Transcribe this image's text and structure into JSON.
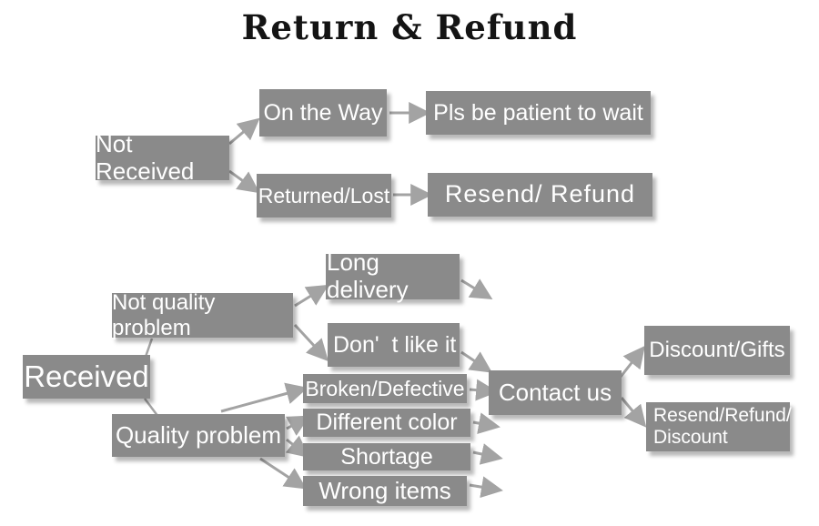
{
  "title": "Return & Refund",
  "colors": {
    "box": "#8a8a8a",
    "box_text": "#ffffff",
    "arrow": "#a3a3a3",
    "background": "#ffffff",
    "title_text": "#141414"
  },
  "nodes": {
    "not_received": "Not Received",
    "on_the_way": "On the Way",
    "pls_be_patient": "Pls be patient to wait",
    "returned_lost": "Returned/Lost",
    "resend_refund": "Resend/ Refund",
    "received": "Received",
    "not_quality_problem": "Not quality problem",
    "long_delivery": "Long delivery",
    "dont_like_it": "Don'  t like it",
    "quality_problem": "Quality problem",
    "broken_defective": "Broken/Defective",
    "different_color": "Different color",
    "shortage": "Shortage",
    "wrong_items": "Wrong items",
    "contact_us": "Contact us",
    "discount_gifts": "Discount/Gifts",
    "resend_refund_discount": "Resend/Refund/\nDiscount"
  },
  "edges": [
    {
      "from": "Not Received",
      "to": "On the Way"
    },
    {
      "from": "Not Received",
      "to": "Returned/Lost"
    },
    {
      "from": "On the Way",
      "to": "Pls be patient to wait"
    },
    {
      "from": "Returned/Lost",
      "to": "Resend/ Refund"
    },
    {
      "from": "Received",
      "to": "Not quality problem"
    },
    {
      "from": "Received",
      "to": "Quality problem"
    },
    {
      "from": "Not quality problem",
      "to": "Long delivery"
    },
    {
      "from": "Not quality problem",
      "to": "Don'  t like it"
    },
    {
      "from": "Quality problem",
      "to": "Broken/Defective"
    },
    {
      "from": "Quality problem",
      "to": "Different color"
    },
    {
      "from": "Quality problem",
      "to": "Shortage"
    },
    {
      "from": "Quality problem",
      "to": "Wrong items"
    },
    {
      "from": "Broken/Defective",
      "to": "Contact us"
    },
    {
      "from": "Different color",
      "to": "Contact us"
    },
    {
      "from": "Shortage",
      "to": "Contact us"
    },
    {
      "from": "Wrong items",
      "to": "Contact us"
    },
    {
      "from": "Contact us",
      "to": "Discount/Gifts"
    },
    {
      "from": "Contact us",
      "to": "Resend/Refund/Discount"
    }
  ]
}
